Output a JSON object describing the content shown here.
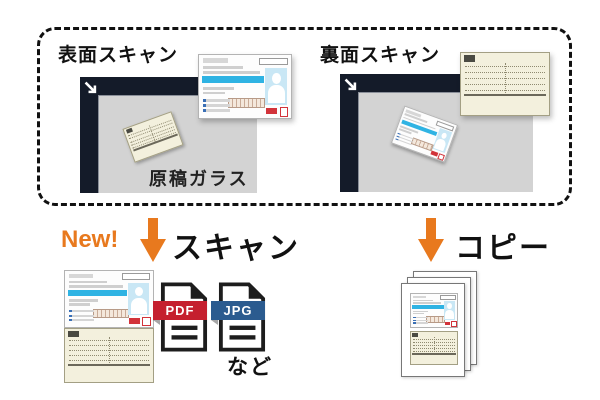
{
  "colors": {
    "accent_orange": "#e8791e",
    "pdf_red": "#c51f2e",
    "jpg_blue": "#2b5b8f",
    "scanner_dark": "#141b29",
    "glass_gray": "#d3d3d3",
    "license_band_blue": "#2fb3e3",
    "license_back_beige": "#f3f0dd"
  },
  "diagram": {
    "front_scan_panel": {
      "title": "表面スキャン",
      "glass_label": "原稿ガラス"
    },
    "back_scan_panel": {
      "title": "裏面スキャン",
      "glass_label": ""
    },
    "scan_flow": {
      "badge": "New!",
      "label": "スキャン",
      "formats": [
        {
          "label": "PDF"
        },
        {
          "label": "JPG"
        }
      ],
      "etc": "など"
    },
    "copy_flow": {
      "label": "コピー"
    }
  }
}
